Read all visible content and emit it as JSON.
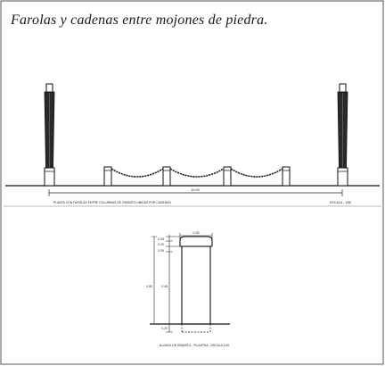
{
  "title": "Farolas y cadenas entre mojones de piedra.",
  "elevation": {
    "dimension_label": "15.00",
    "caption": "PLANTA CON FAROLAS ENTRE COLUMNAS DE GRANITO UNIDAS POR CADENAS",
    "scale_label": "ESCALA - 1/50"
  },
  "bollard_detail": {
    "top_width_label": "0.35",
    "dim_labels": [
      "0.05",
      "0.20",
      "0.05",
      "0.80",
      "0.45",
      "0.20"
    ],
    "caption": "ALZADO DE GRANITO - PILASTRA - ESCALA 1/20"
  }
}
